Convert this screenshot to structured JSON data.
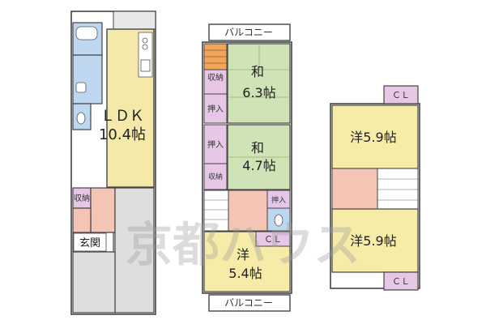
{
  "floors": {
    "first": {
      "ldk_name": "ＬＤＫ",
      "ldk_size": "10.4帖",
      "storage": "収納",
      "entrance": "玄関"
    },
    "second": {
      "balcony_top": "バルコニー",
      "room_a_name": "和",
      "room_a_size": "6.3帖",
      "room_b_name": "和",
      "room_b_size": "4.7帖",
      "room_c_name": "洋",
      "room_c_size": "5.4帖",
      "storage_1": "収納",
      "closet_1": "押入",
      "closet_2": "押入",
      "storage_2": "収納",
      "closet_3": "押入",
      "cl": "ＣＬ",
      "balcony_bottom": "バルコニー"
    },
    "third": {
      "cl_top": "ＣＬ",
      "room_a": "洋5.9帖",
      "room_b": "洋5.9帖",
      "cl_bottom": "ＣＬ"
    }
  },
  "watermark": "京都ハウス",
  "colors": {
    "ldk": "#f4e9a8",
    "tatami": "#cfe3b6",
    "western": "#f6eba7",
    "wet": "#bcd7ef",
    "hall": "#f4c4b4",
    "closet": "#e6c8e6",
    "parking": "#dedede",
    "stair": "#f2a65a"
  }
}
